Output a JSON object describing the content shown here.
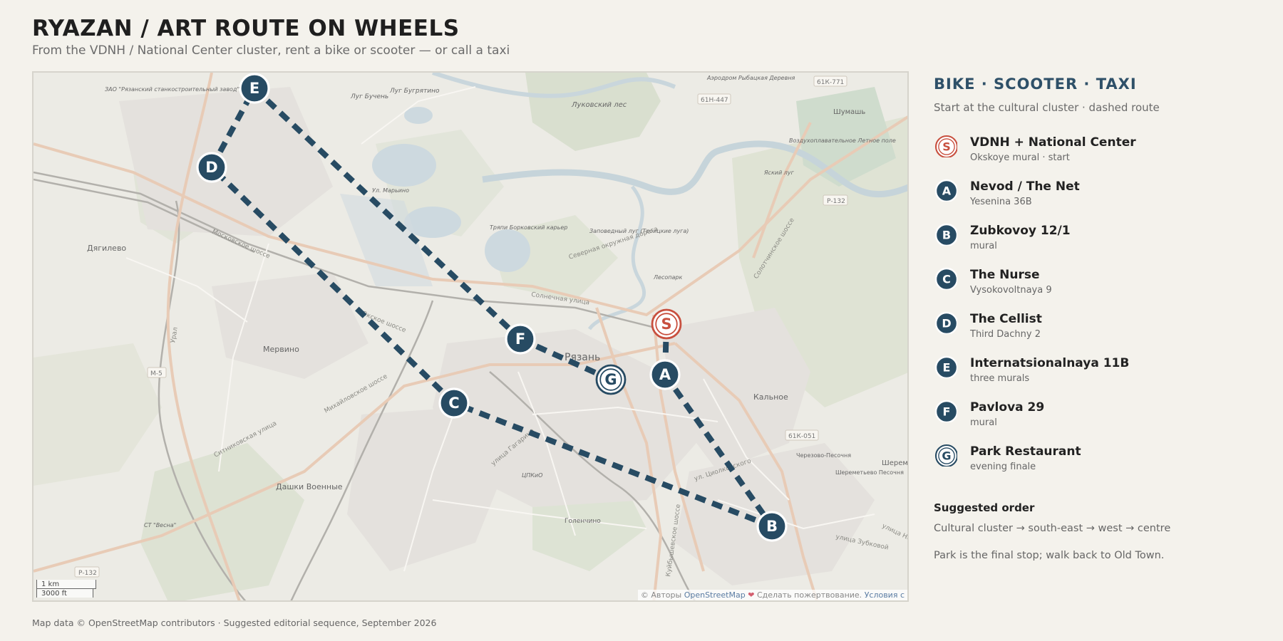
{
  "title": "RYAZAN / ART ROUTE ON WHEELS",
  "subtitle": "From the VDNH / National Center cluster, rent a bike or scooter — or call a taxi",
  "map": {
    "places": [
      {
        "id": "ryazan",
        "text": "Рязань"
      },
      {
        "id": "dyagilevo",
        "text": "Дягилево"
      },
      {
        "id": "mervino",
        "text": "Мервино"
      },
      {
        "id": "kalnoe",
        "text": "Кальное"
      },
      {
        "id": "dashki",
        "text": "Дашки Военные"
      },
      {
        "id": "shumash",
        "text": "Шумашь"
      },
      {
        "id": "sheremetevo",
        "text": "Шереме"
      },
      {
        "id": "lukovsky",
        "text": "Луковский лес"
      },
      {
        "id": "bugryatino",
        "text": "Луг Бугрятино"
      },
      {
        "id": "buchen",
        "text": "Луг Бучень"
      },
      {
        "id": "vozdukh",
        "text": "Воздухоплавательное Летное поле"
      },
      {
        "id": "yasky",
        "text": "Яский луг"
      },
      {
        "id": "aerodrom",
        "text": "Аэродром Рыбацкая Деревня"
      },
      {
        "id": "zao",
        "text": "ЗАО \"Рязанский станкостроительный завод\""
      },
      {
        "id": "borkovsky",
        "text": "Тряпи Борковский карьер"
      },
      {
        "id": "zapovedny",
        "text": "Заповедный луг (Троицкие луга)"
      },
      {
        "id": "lesopark",
        "text": "Лесопарк"
      },
      {
        "id": "golenchino",
        "text": "Голенчино"
      },
      {
        "id": "tspkio",
        "text": "ЦПКиО"
      },
      {
        "id": "chereznovo",
        "text": "Черезово-Песочня"
      },
      {
        "id": "sheremetevo_pes",
        "text": "Шереметьево Песочня"
      },
      {
        "id": "st_vesna",
        "text": "СТ \"Весна\""
      },
      {
        "id": "marshino",
        "text": "Ул. Марьино"
      }
    ],
    "road_labels": [
      {
        "id": "moskovskoe",
        "text": "Московское шоссе"
      },
      {
        "id": "mikhailovskoe",
        "text": "Михайловское шоссе"
      },
      {
        "id": "severnaya",
        "text": "Северная окружная дорога"
      },
      {
        "id": "solotchinskoe",
        "text": "Солотчинское шоссе"
      },
      {
        "id": "okskoe",
        "text": "Окское шоссе"
      },
      {
        "id": "ural",
        "text": "Урал"
      },
      {
        "id": "zubkova",
        "text": "улица Зубковой"
      },
      {
        "id": "novoselov",
        "text": "улица Новосёлов"
      },
      {
        "id": "gagarina",
        "text": "улица Гагарина"
      },
      {
        "id": "tsiolkovskogo",
        "text": "ул. Циолковского"
      },
      {
        "id": "sennaya",
        "text": "Солнечная улица"
      },
      {
        "id": "sel_shosse",
        "text": "Ситниковская улица"
      },
      {
        "id": "kurskoe",
        "text": "Куйбышевское шоссе"
      }
    ],
    "shields": [
      {
        "id": "m5",
        "text": "М-5"
      },
      {
        "id": "r132a",
        "text": "Р-132"
      },
      {
        "id": "r132b",
        "text": "Р-132"
      },
      {
        "id": "k447",
        "text": "61Н-447"
      },
      {
        "id": "k771",
        "text": "61К-771"
      },
      {
        "id": "k051",
        "text": "61К-051"
      }
    ],
    "stops": [
      {
        "id": "S",
        "letter": "S",
        "kind": "start"
      },
      {
        "id": "A",
        "letter": "A",
        "kind": "stop"
      },
      {
        "id": "B",
        "letter": "B",
        "kind": "stop"
      },
      {
        "id": "C",
        "letter": "C",
        "kind": "stop"
      },
      {
        "id": "D",
        "letter": "D",
        "kind": "stop"
      },
      {
        "id": "E",
        "letter": "E",
        "kind": "stop"
      },
      {
        "id": "F",
        "letter": "F",
        "kind": "stop"
      },
      {
        "id": "G",
        "letter": "G",
        "kind": "finale"
      }
    ],
    "route_order": [
      "S",
      "A",
      "B",
      "C",
      "D",
      "E",
      "F",
      "G"
    ],
    "scale": {
      "km": "1 km",
      "ft": "3000 ft"
    },
    "attribution": {
      "prefix": "© Авторы",
      "osm": "OpenStreetMap",
      "heart": "❤",
      "donate": "Сделать пожертвование.",
      "terms": "Условия с"
    }
  },
  "sidebar": {
    "title": "BIKE · SCOOTER · TAXI",
    "subtitle": "Start at the cultural cluster · dashed route",
    "items": [
      {
        "letter": "S",
        "kind": "start",
        "name": "VDNH + National Center",
        "note": "Okskoye mural · start"
      },
      {
        "letter": "A",
        "kind": "stop",
        "name": "Nevod / The Net",
        "note": "Yesenina 36B"
      },
      {
        "letter": "B",
        "kind": "stop",
        "name": "Zubkovoy 12/1",
        "note": "mural"
      },
      {
        "letter": "C",
        "kind": "stop",
        "name": "The Nurse",
        "note": "Vysokovoltnaya 9"
      },
      {
        "letter": "D",
        "kind": "stop",
        "name": "The Cellist",
        "note": "Third Dachny 2"
      },
      {
        "letter": "E",
        "kind": "stop",
        "name": "Internatsionalnaya 11B",
        "note": "three murals"
      },
      {
        "letter": "F",
        "kind": "stop",
        "name": "Pavlova 29",
        "note": "mural"
      },
      {
        "letter": "G",
        "kind": "finale",
        "name": "Park Restaurant",
        "note": "evening finale"
      }
    ],
    "order_title": "Suggested order",
    "order_text": "Cultural cluster → south-east → west → centre",
    "final_text": "Park is the final stop; walk back to Old Town."
  },
  "footer": "Map data © OpenStreetMap contributors  ·  Suggested editorial sequence, September 2026",
  "colors": {
    "stop": "#274b63",
    "start": "#c8503f",
    "route": "#274b63",
    "accent_title": "#2e5068",
    "background": "#f4f2ec"
  }
}
